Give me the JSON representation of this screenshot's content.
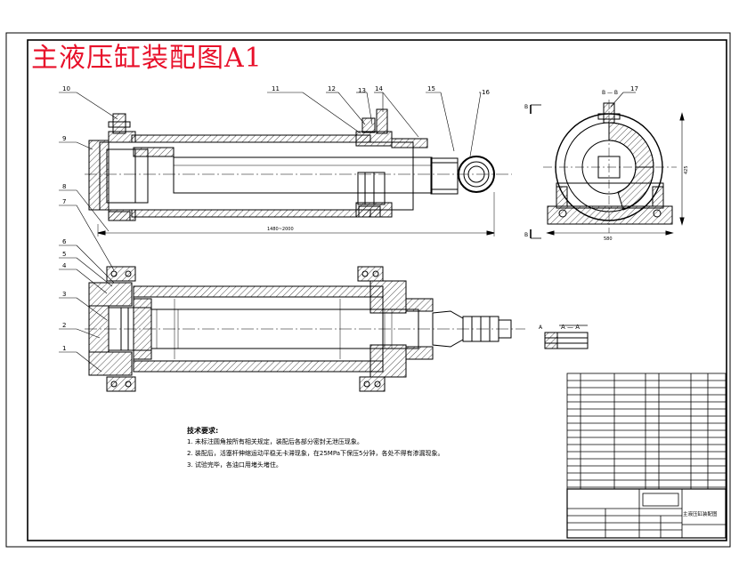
{
  "drawing": {
    "title": "主液压缸装配图A1",
    "title_color": "#e8102a",
    "balloons": [
      "1",
      "2",
      "3",
      "4",
      "5",
      "6",
      "7",
      "8",
      "9",
      "10",
      "11",
      "12",
      "13",
      "14",
      "15",
      "16",
      "17"
    ],
    "view_labels": {
      "section_b": "B — B",
      "section_a": "A — A",
      "cut_mark_b_top": "B",
      "cut_mark_b_bottom": "B",
      "cut_mark_a": "A"
    },
    "dimensions": {
      "overall_length": "1480~2000",
      "side_width": "580",
      "side_height": "425"
    },
    "technical_notes": {
      "heading": "技术要求:",
      "lines": [
        "1. 未标注圆角按所有相关规定，装配后各部分密封无泄压现象。",
        "2. 装配后，活塞杆伸缩运动平稳无卡滞现象，在25MPa下保压5分钟，各处不得有渗漏现象。",
        "3. 试验完毕，各油口用堵头堵住。"
      ]
    },
    "title_block": {
      "drawing_name": "主液压缸装配图"
    }
  }
}
